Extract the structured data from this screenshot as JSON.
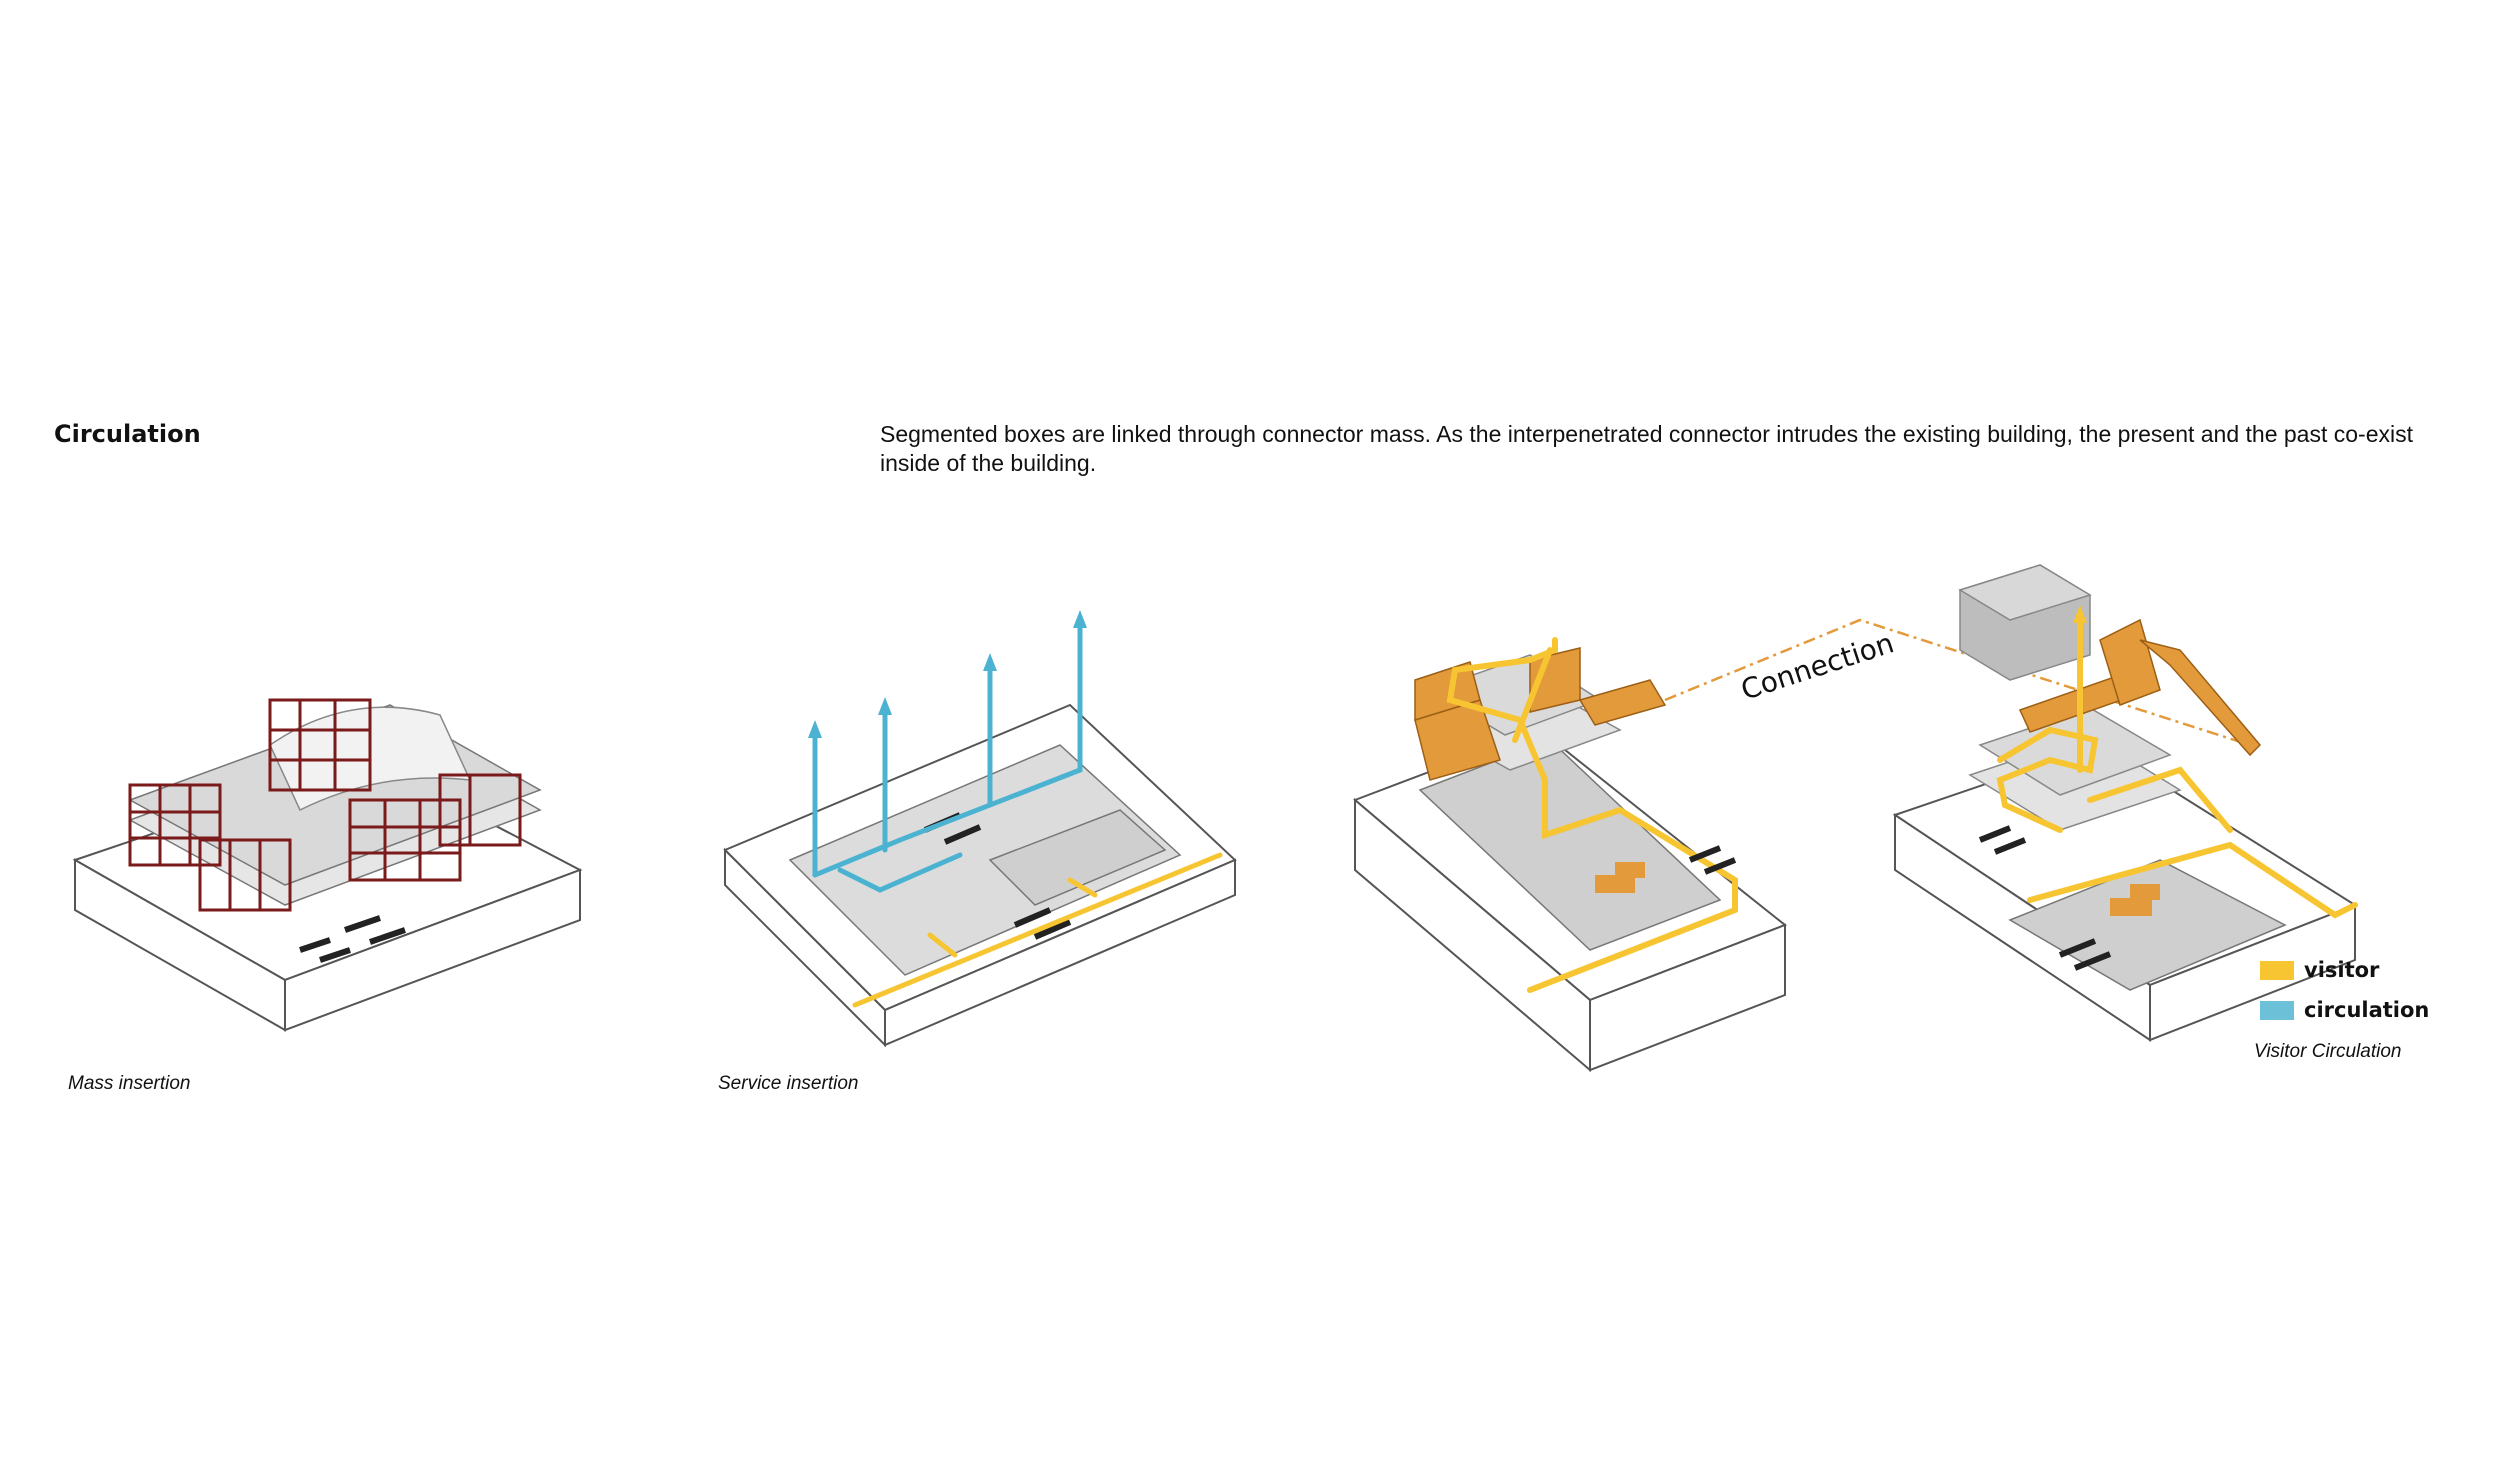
{
  "heading": "Circulation",
  "description": "Segmented boxes are linked through connector mass. As the interpenetrated connector intrudes the existing building, the present and the past co-exist inside of the building.",
  "diagrams": [
    {
      "caption": "Mass insertion"
    },
    {
      "caption": "Service insertion"
    },
    {
      "caption": "Visitor Circulation",
      "annotation": "Connection"
    }
  ],
  "legend": [
    {
      "label": "visitor",
      "color": "#F7C531"
    },
    {
      "label": "circulation",
      "color": "#6CC1D8"
    }
  ],
  "colors": {
    "frame": "#7A1A1A",
    "service": "#4BB3D1",
    "visitor": "#F7C531",
    "connector": "#E39A3B",
    "outline": "#555555"
  }
}
